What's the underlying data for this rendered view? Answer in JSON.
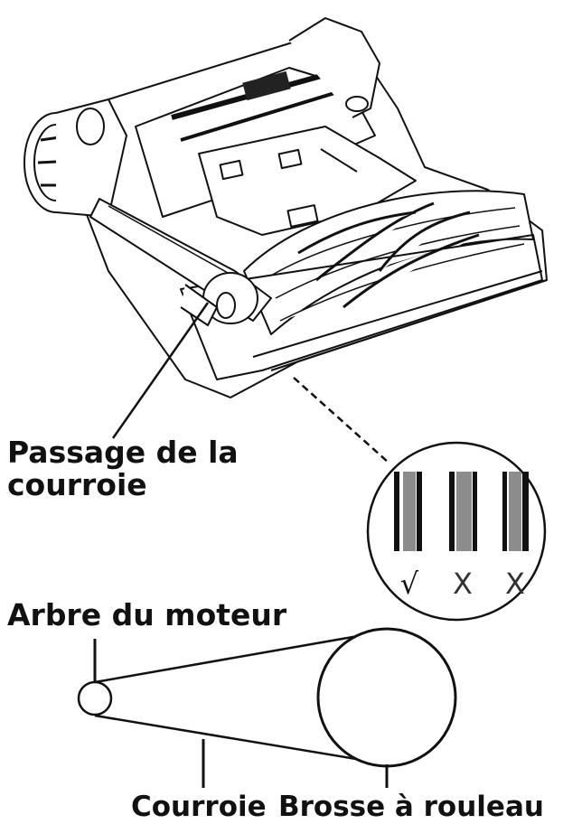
{
  "labels": {
    "belt_path": [
      "Passage de la",
      "courroie"
    ],
    "motor_shaft": "Arbre du moteur",
    "belt": "Courroie",
    "roller_brush": "Brosse à rouleau"
  },
  "inspection_marks": [
    "√",
    "X",
    "X"
  ],
  "colors": {
    "ink": "#111111",
    "belt_gray": "#8c8c8c",
    "background": "#ffffff"
  },
  "icons": [
    "vacuum-brush-head-drawing",
    "belt-wear-gauge",
    "belt-pulley-schematic"
  ]
}
